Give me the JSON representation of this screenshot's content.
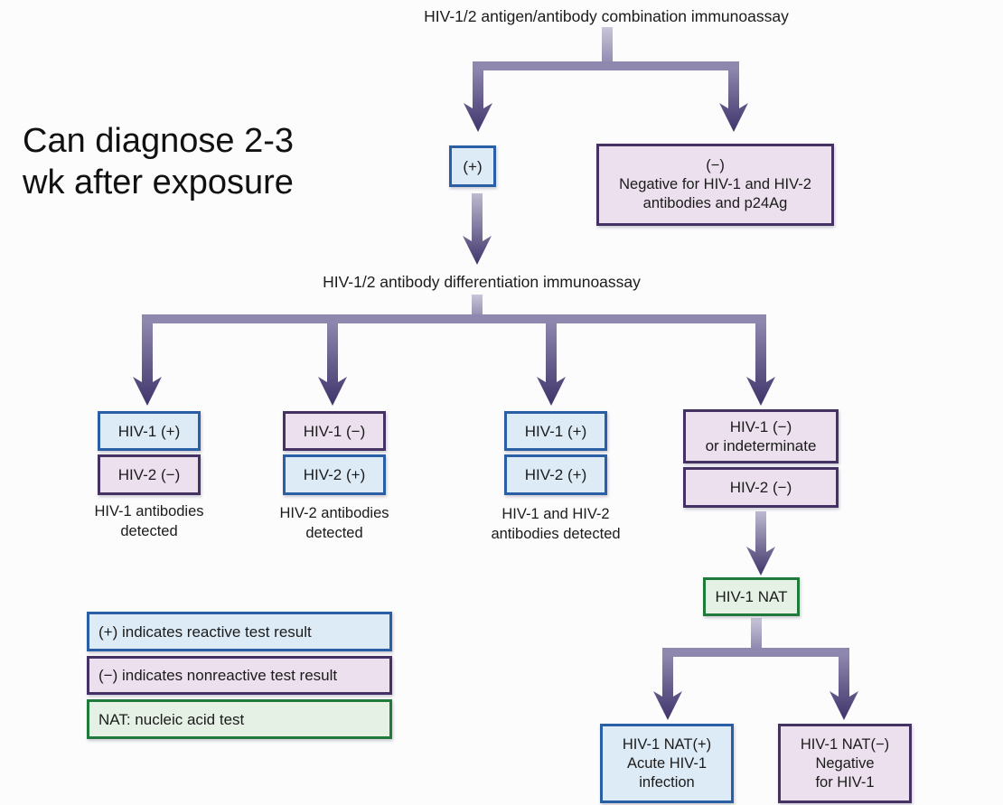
{
  "palette": {
    "blue_fill": "#ddebf7",
    "blue_border": "#2b5fa5",
    "pink_fill": "#ece0ee",
    "pink_border": "#453264",
    "green_fill": "#e6f1e6",
    "green_border": "#1f7a3c",
    "arrow_light": "#c9c6d8",
    "arrow_mid": "#8e87ae",
    "arrow_dark": "#40346b"
  },
  "annotation": {
    "line1": "Can diagnose 2-3",
    "line2": "wk after exposure"
  },
  "step1": {
    "title": "HIV-1/2 antigen/antibody combination immunoassay",
    "positive_label": "(+)",
    "negative": {
      "line1": "(−)",
      "line2": "Negative for HIV-1 and HIV-2",
      "line3": "antibodies and p24Ag"
    }
  },
  "step2": {
    "title": "HIV-1/2 antibody differentiation immunoassay",
    "columns": [
      {
        "boxes": [
          {
            "label": "HIV-1 (+)",
            "type": "blue"
          },
          {
            "label": "HIV-2 (−)",
            "type": "pink"
          }
        ],
        "caption": [
          "HIV-1 antibodies",
          "detected"
        ]
      },
      {
        "boxes": [
          {
            "label": "HIV-1 (−)",
            "type": "pink"
          },
          {
            "label": "HIV-2 (+)",
            "type": "blue"
          }
        ],
        "caption": [
          "HIV-2 antibodies",
          "detected"
        ]
      },
      {
        "boxes": [
          {
            "label": "HIV-1 (+)",
            "type": "blue"
          },
          {
            "label": "HIV-2 (+)",
            "type": "blue"
          }
        ],
        "caption": [
          "HIV-1 and HIV-2",
          "antibodies detected"
        ]
      },
      {
        "boxes": [
          {
            "label": "HIV-1 (−)",
            "label2": "or indeterminate",
            "type": "pink"
          },
          {
            "label": "HIV-2 (−)",
            "type": "pink"
          }
        ],
        "caption": []
      }
    ]
  },
  "nat": {
    "label": "HIV-1 NAT",
    "positive": {
      "line1": "HIV-1 NAT(+)",
      "line2": "Acute HIV-1",
      "line3": "infection"
    },
    "negative": {
      "line1": "HIV-1 NAT(−)",
      "line2": "Negative",
      "line3": "for HIV-1"
    }
  },
  "legend": [
    {
      "text": "(+) indicates reactive test result",
      "type": "blue"
    },
    {
      "text": "(−) indicates nonreactive test result",
      "type": "pink"
    },
    {
      "text": "NAT: nucleic acid test",
      "type": "green"
    }
  ]
}
